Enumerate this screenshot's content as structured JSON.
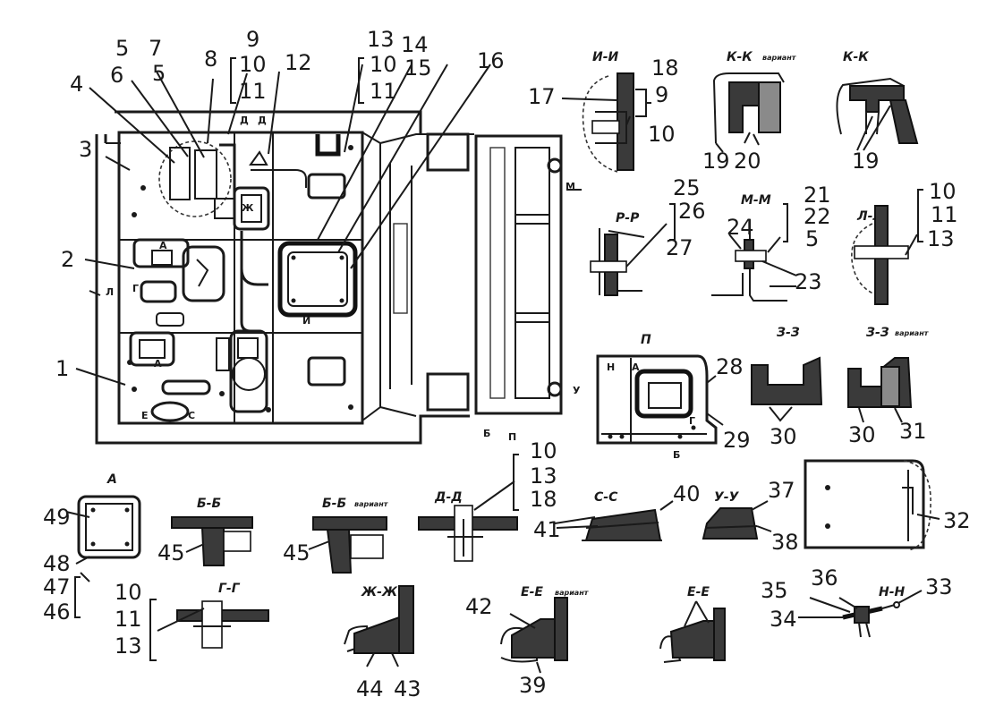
{
  "leaders": {
    "n1": "1",
    "n2": "2",
    "n3": "3",
    "n4": "4",
    "n5a": "5",
    "n5b": "5",
    "n5c": "5",
    "n6": "6",
    "n7": "7",
    "n8": "8",
    "n9a": "9",
    "n9b": "9",
    "n10a": "10",
    "n10b": "10",
    "n10c": "10",
    "n10d": "10",
    "n10e": "10",
    "n10f": "10",
    "n11a": "11",
    "n11b": "11",
    "n11c": "11",
    "n11d": "11",
    "n12": "12",
    "n13a": "13",
    "n13b": "13",
    "n13c": "13",
    "n13d": "13",
    "n14": "14",
    "n15": "15",
    "n16": "16",
    "n17": "17",
    "n18a": "18",
    "n18b": "18",
    "n19a": "19",
    "n19b": "19",
    "n20": "20",
    "n21": "21",
    "n22": "22",
    "n23": "23",
    "n24": "24",
    "n25": "25",
    "n26": "26",
    "n27": "27",
    "n28": "28",
    "n29": "29",
    "n30a": "30",
    "n30b": "30",
    "n31": "31",
    "n32": "32",
    "n33": "33",
    "n34": "34",
    "n35": "35",
    "n36": "36",
    "n37": "37",
    "n38": "38",
    "n39": "39",
    "n40": "40",
    "n41": "41",
    "n42": "42",
    "n43": "43",
    "n44": "44",
    "n45a": "45",
    "n45b": "45",
    "n46": "46",
    "n47": "47",
    "n48": "48",
    "n49": "49"
  },
  "sections": {
    "ii": "И-И",
    "kk_var": "К-К",
    "kk": "К-К",
    "pp": "Р-Р",
    "mm": "М-М",
    "ll": "Л-Л",
    "p_view": "П",
    "zz": "З-З",
    "zz_var": "З-З",
    "a_view": "А",
    "bb": "Б-Б",
    "bb_var": "Б-Б",
    "dd": "Д-Д",
    "ss": "С-С",
    "uu": "У-У",
    "gg": "Г-Г",
    "zhzh": "Ж-Ж",
    "ee_var": "Е-Е",
    "ee": "Е-Е",
    "nn": "Н-Н"
  },
  "variant_word": "вариант",
  "markers": {
    "l": "Л",
    "a1": "А",
    "a2": "А",
    "g": "Г",
    "d": "Д",
    "e": "Е",
    "c": "С",
    "zh": "Ж",
    "i": "И",
    "u": "У",
    "p": "П",
    "m": "М",
    "n": "Н",
    "b": "Б"
  },
  "colors": {
    "ink": "#1a1a1a",
    "hatch": "#3a3a3a",
    "grey": "#8a8a8a"
  }
}
